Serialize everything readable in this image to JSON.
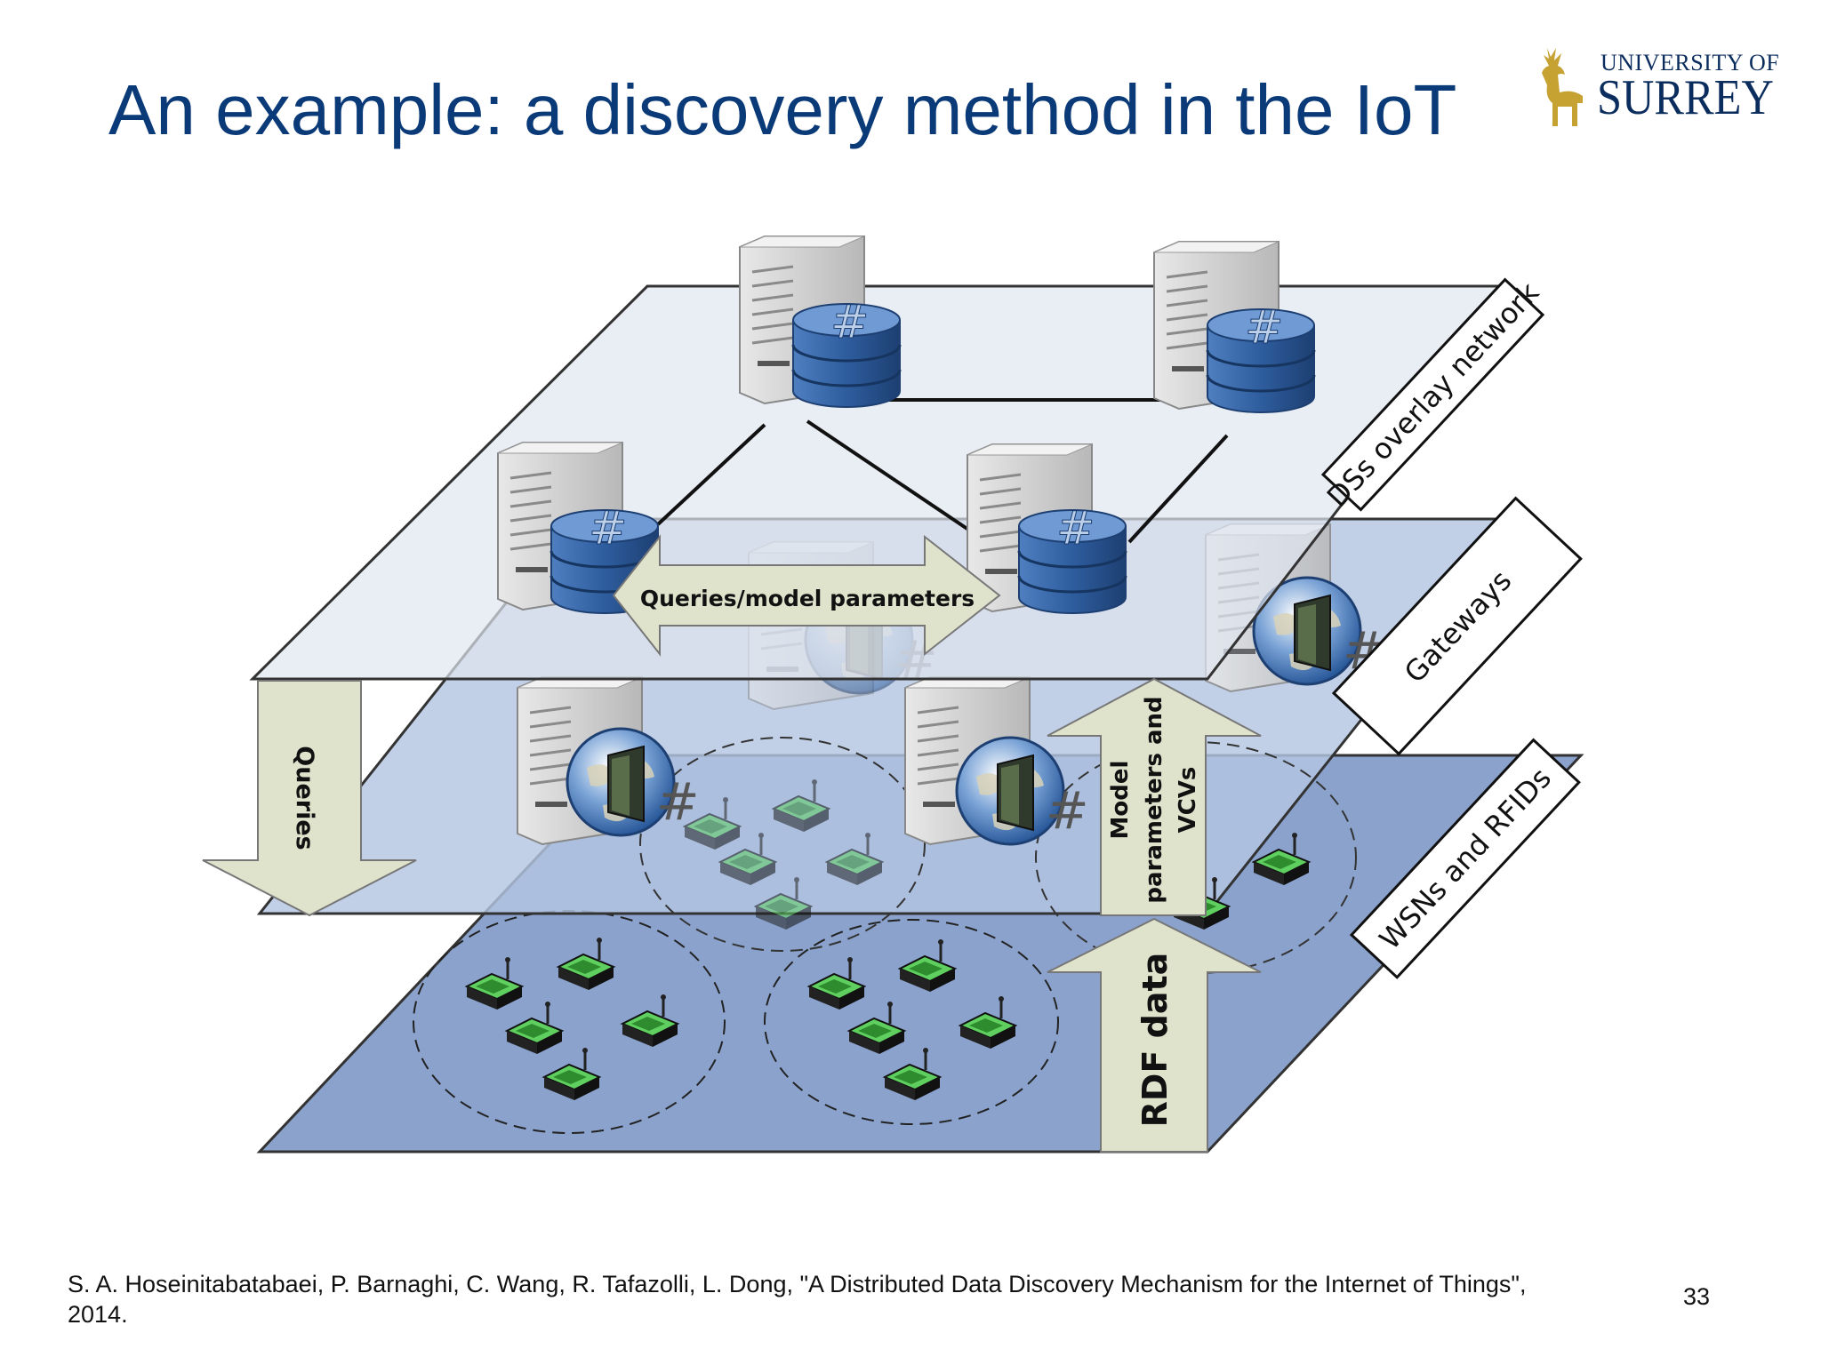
{
  "slide": {
    "title": "An example: a discovery method in the IoT",
    "page_number": "33",
    "citation_line1": "S. A. Hoseinitabatabaei, P. Barnaghi, C. Wang, R. Tafazolli,  L. Dong, \"A Distributed Data Discovery Mechanism for the Internet of Things\",",
    "citation_line2": "2014."
  },
  "logo": {
    "line1": "UNIVERSITY OF",
    "line2": "SURREY",
    "icon": "stag-icon"
  },
  "diagram": {
    "layers": {
      "top": "DSs overlay network",
      "middle": "Gateways",
      "bottom": "WSNs and RFIDs"
    },
    "arrows": {
      "horizontal": "Queries/model parameters",
      "down": "Queries",
      "up_upper_line1": "Model",
      "up_upper_line2": "parameters and",
      "up_upper_line3": "VCVs",
      "up_lower": "RDF data"
    },
    "icons": {
      "server": "server-icon",
      "hash_db": "hash-database-icon",
      "gateway_globe": "gateway-globe-icon",
      "sensor": "sensor-node-icon"
    },
    "colors": {
      "title": "#0b3a78",
      "top_plane": "#dfe6f0",
      "middle_plane": "#b3c6e2",
      "bottom_plane": "#8aa2cc",
      "arrow_fill": "#dfe3cc",
      "db_blue": "#2e5d9e",
      "sensor_green": "#3cae3c"
    }
  }
}
